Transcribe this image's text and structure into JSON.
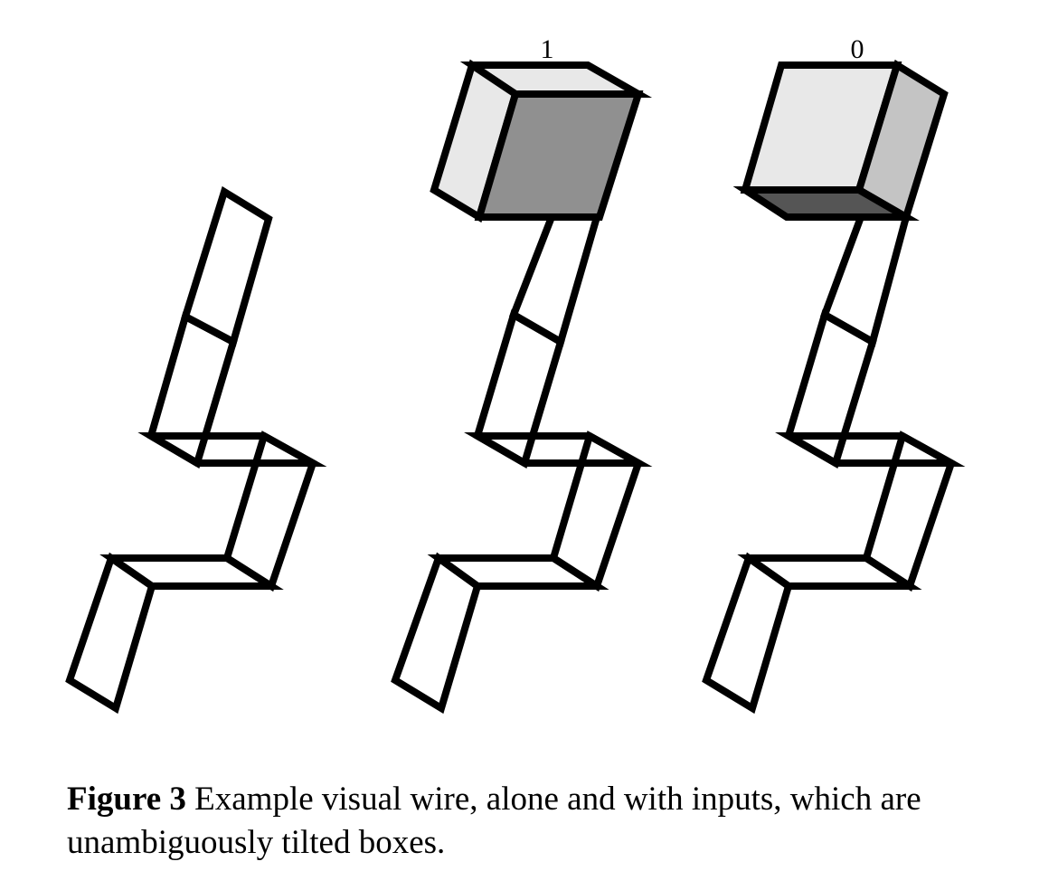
{
  "figure": {
    "input_labels": [
      "1",
      "0"
    ],
    "caption": {
      "label": "Figure 3",
      "text": "Example visual wire, alone and with inputs, which are unambiguously tilted boxes."
    }
  },
  "colors": {
    "box_light": "#e8e8e8",
    "box_mid": "#c4c4c4",
    "box_dark": "#909090",
    "box_darkest": "#555555"
  }
}
